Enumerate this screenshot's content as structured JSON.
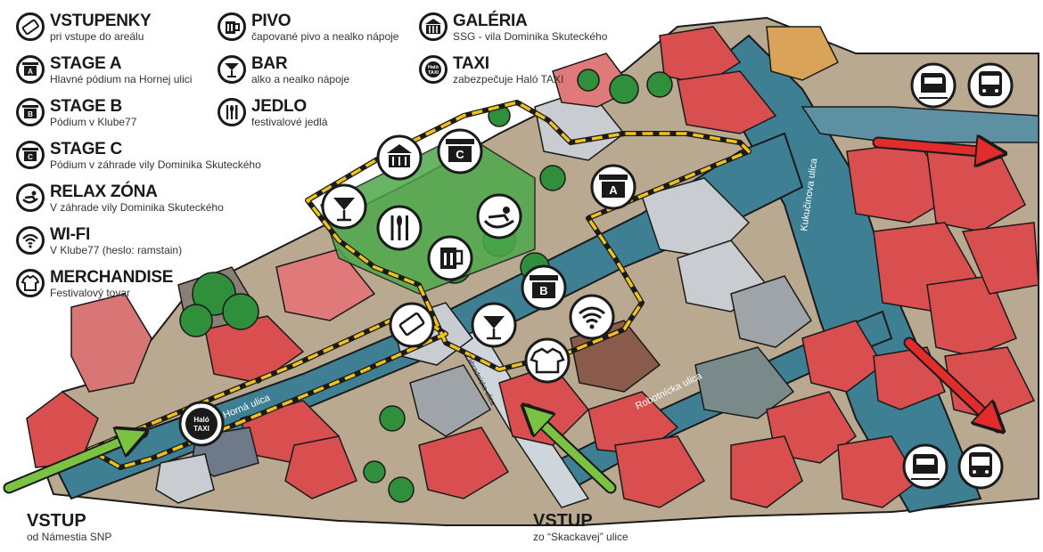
{
  "legend": {
    "items": [
      {
        "title": "VSTUPENKY",
        "desc": "pri vstupe do areálu",
        "icon": "ticket-icon"
      },
      {
        "title": "STAGE A",
        "desc": "Hlavné pódium na Hornej ulici",
        "icon": "stage-a-icon"
      },
      {
        "title": "STAGE B",
        "desc": "Pódium v Klube77",
        "icon": "stage-b-icon"
      },
      {
        "title": "STAGE C",
        "desc": "Pódium v záhrade vily Dominika Skuteckého",
        "icon": "stage-c-icon"
      },
      {
        "title": "RELAX ZÓNA",
        "desc": "V záhrade vily Dominika Skuteckého",
        "icon": "relax-icon"
      },
      {
        "title": "WI-FI",
        "desc": "V Klube77 (heslo: ramstain)",
        "icon": "wifi-icon"
      },
      {
        "title": "MERCHANDISE",
        "desc": "Festivalový tovar",
        "icon": "tshirt-icon"
      },
      {
        "title": "PIVO",
        "desc": "čapované pivo a nealko nápoje",
        "icon": "beer-icon"
      },
      {
        "title": "BAR",
        "desc": "alko a nealko nápoje",
        "icon": "cocktail-icon"
      },
      {
        "title": "JEDLO",
        "desc": "festivalové jedlá",
        "icon": "cutlery-icon"
      },
      {
        "title": "GALÉRIA",
        "desc": "SSG - vila Dominika Skuteckého",
        "icon": "gallery-icon"
      },
      {
        "title": "TAXI",
        "desc": "zabezpečuje Haló TAXI",
        "icon": "taxi-icon"
      }
    ]
  },
  "stage_letters": {
    "a": "A",
    "b": "B",
    "c": "C"
  },
  "taxi_badge": {
    "line1": "Haló",
    "line2": "TAXI"
  },
  "streets": {
    "horna": "Horná ulica",
    "robotnicka": "Robotnícka ulica",
    "kukucinova": "Kukučinova ulica",
    "zahradnicka": "Záhradnícka ulica"
  },
  "entrances": [
    {
      "title": "VSTUP",
      "sub": "od Námestia SNP"
    },
    {
      "title": "VSTUP",
      "sub": "zo “Skackavej” ulice"
    }
  ],
  "colors": {
    "street": "#3e7f94",
    "roof": "#d94f4f",
    "tree": "#2f8f3a",
    "festival_boundary": "#f2c21b",
    "entry_arrow": "#7cc242",
    "exit_arrow": "#e22b2b"
  }
}
